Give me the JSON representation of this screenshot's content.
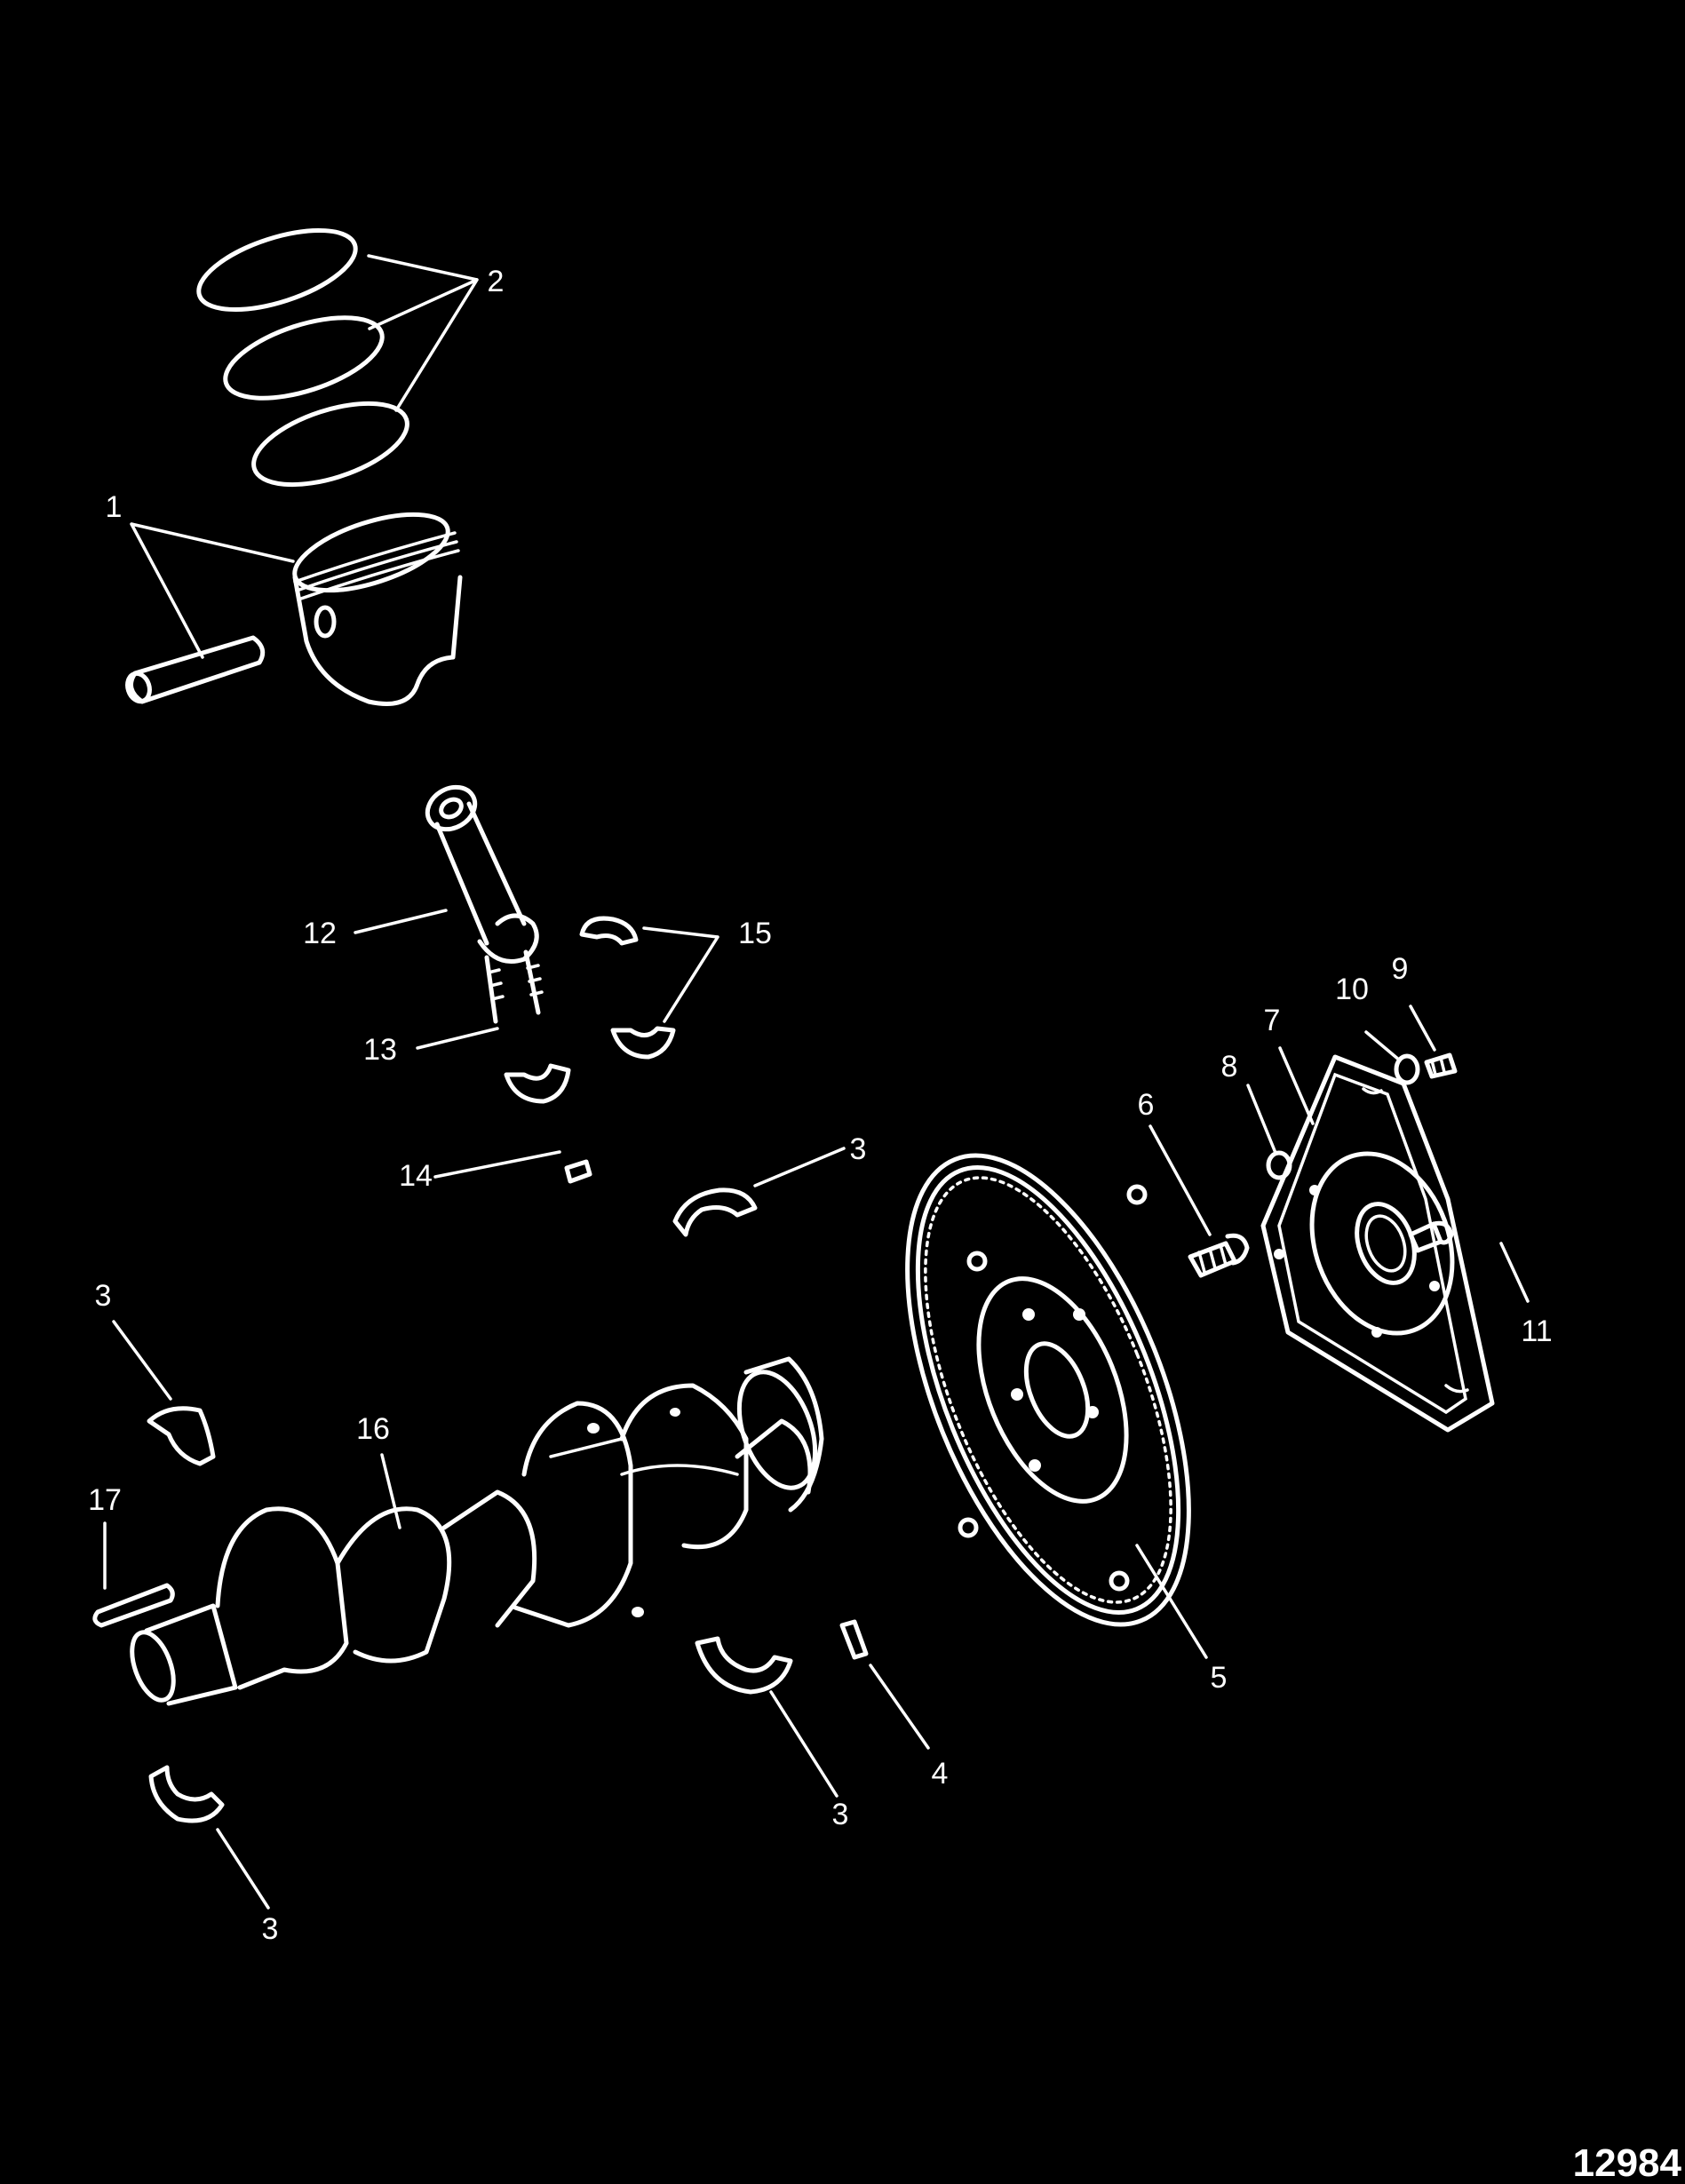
{
  "callouts": {
    "c1": "1",
    "c2": "2",
    "c3a": "3",
    "c3b": "3",
    "c3c": "3",
    "c3d": "3",
    "c4": "4",
    "c5": "5",
    "c6": "6",
    "c7": "7",
    "c8": "8",
    "c9": "9",
    "c10": "10",
    "c11": "11",
    "c12": "12",
    "c13": "13",
    "c14": "14",
    "c15": "15",
    "c16": "16",
    "c17": "17"
  },
  "figure_number": "12984",
  "colors": {
    "background": "#000000",
    "line": "#ffffff"
  }
}
